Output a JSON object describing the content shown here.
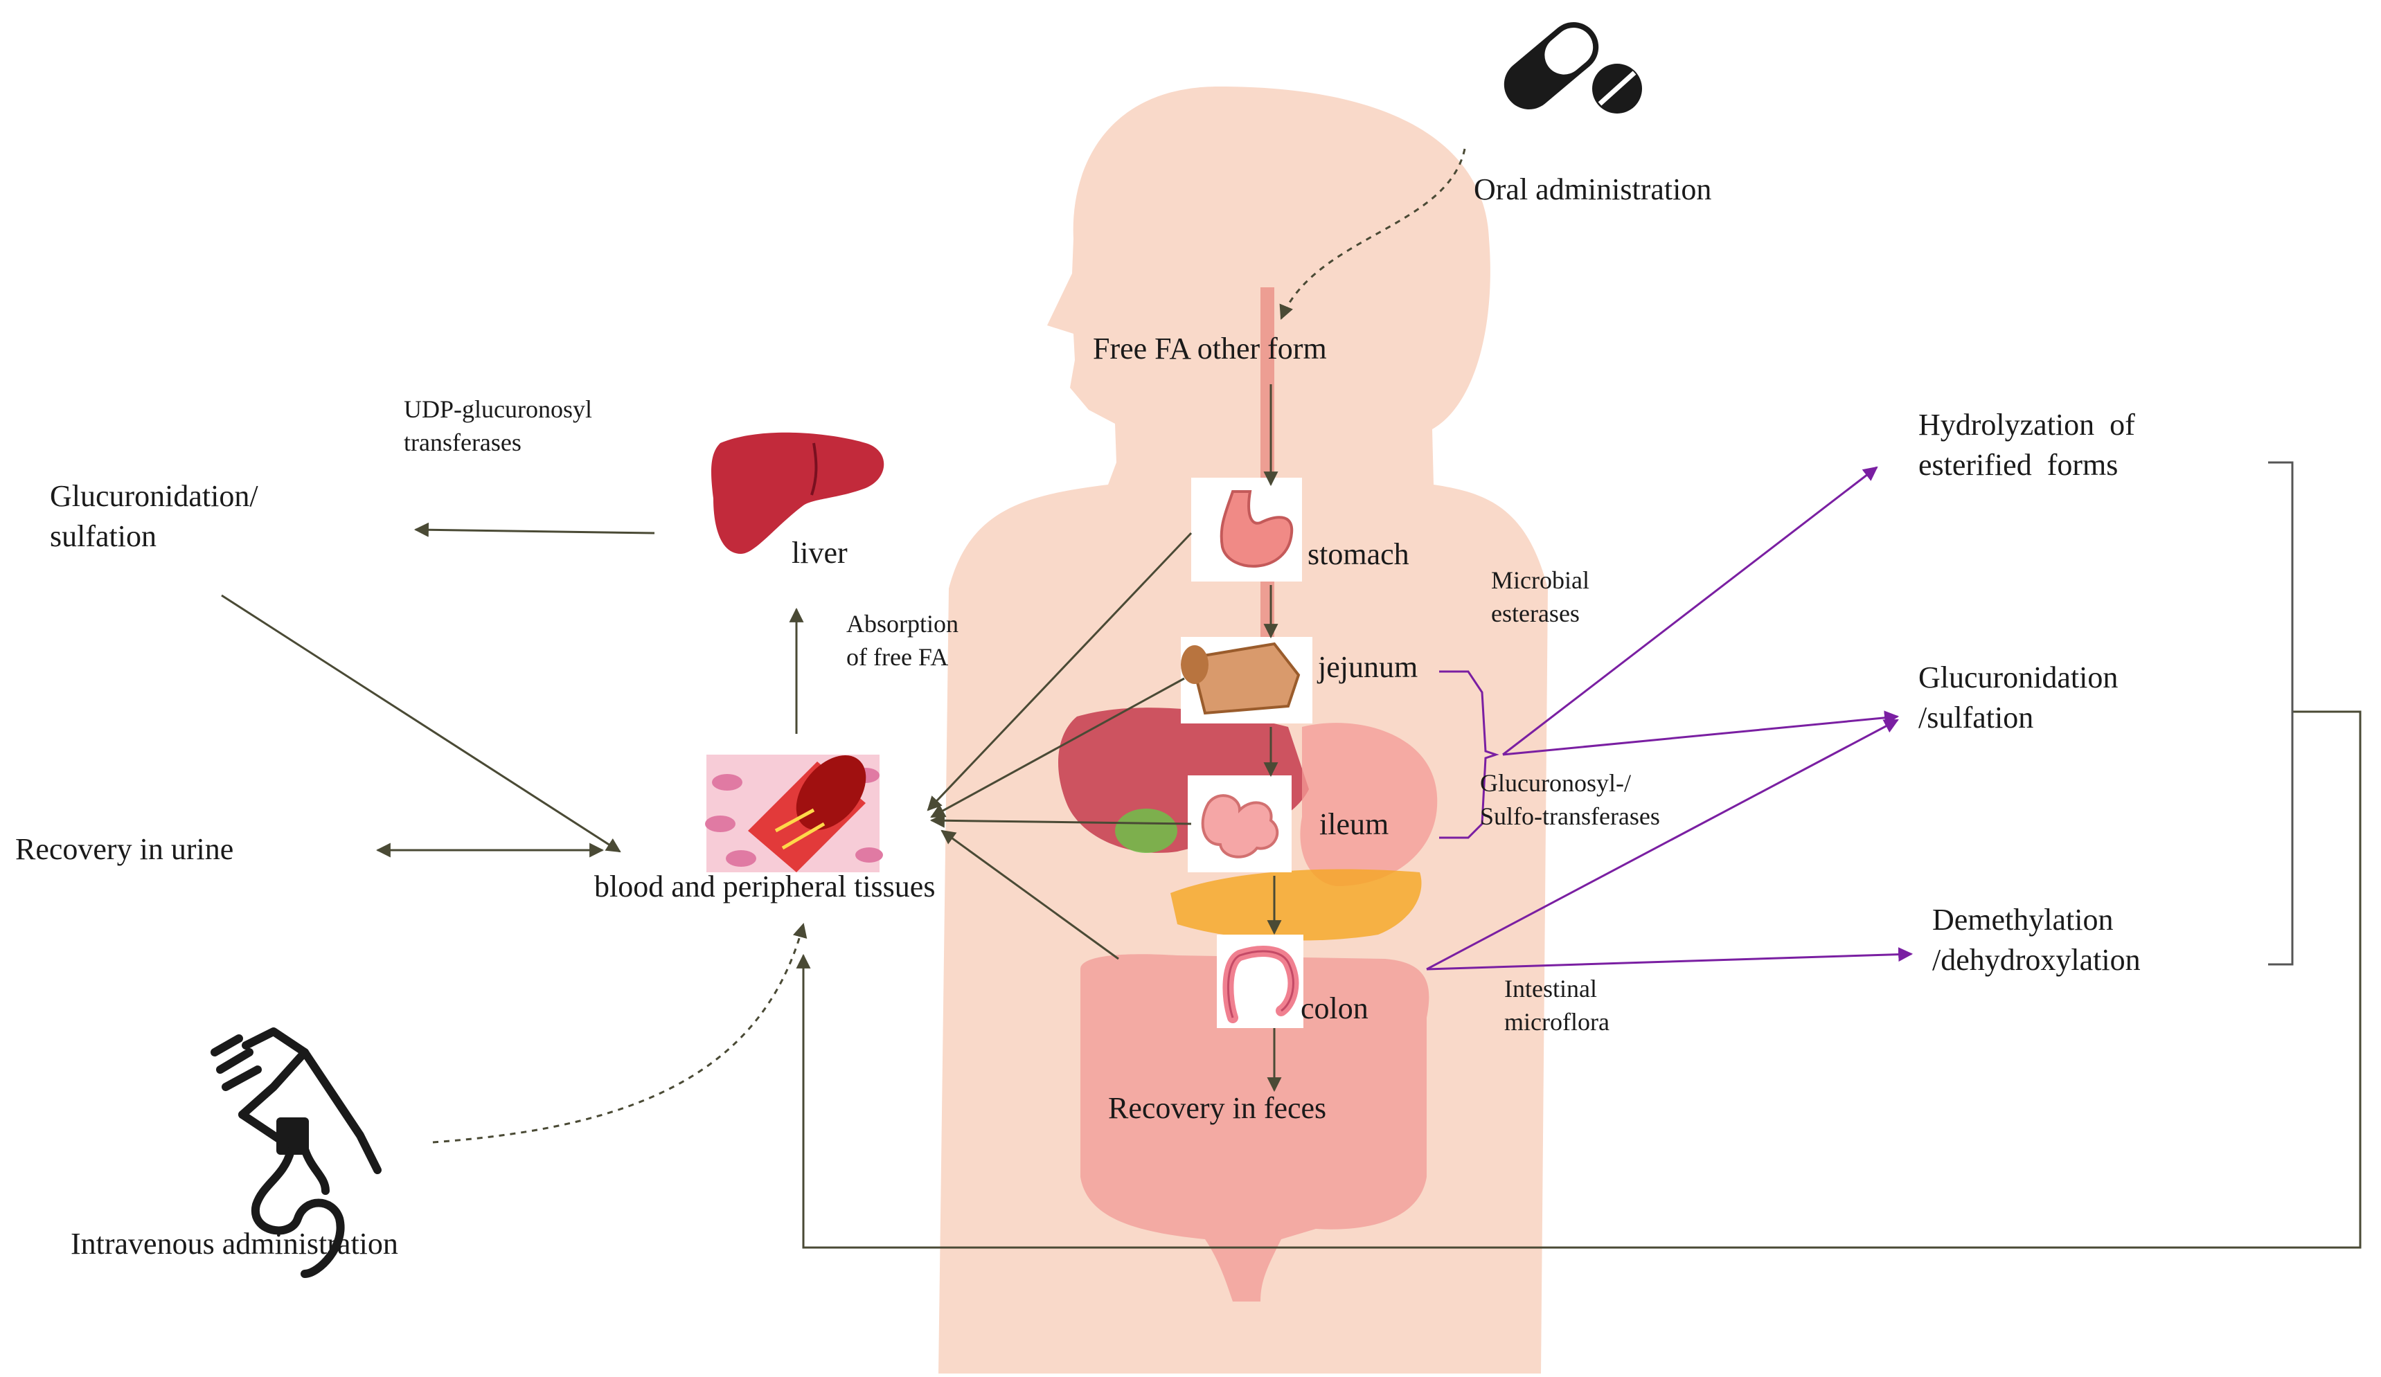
{
  "colors": {
    "body_silhouette": "#f9d9c9",
    "arrow_dark": "#4a4a35",
    "arrow_purple": "#7a1fa2",
    "bracket_gray": "#555555"
  },
  "icons": {
    "pill": "pill-capsule-icon",
    "iv": "iv-drip-arm-icon",
    "liver": "liver-icon",
    "blood": "blood-vessel-icon",
    "stomach": "stomach-icon",
    "jejunum": "jejunum-icon",
    "ileum": "ileum-icon",
    "colon": "colon-icon"
  },
  "labels": {
    "oral_administration": "Oral administration",
    "free_fa_other_form": "Free FA other form",
    "stomach": "stomach",
    "jejunum": "jejunum",
    "ileum": "ileum",
    "colon": "colon",
    "recovery_in_feces": "Recovery in feces",
    "liver": "liver",
    "udp_glucuronosyl": "UDP-glucuronosyl\ntransferases",
    "glucuronidation_left": "Glucuronidation/\nsulfation",
    "absorption_free_fa": "Absorption\nof free FA",
    "recovery_in_urine": "Recovery  in  urine",
    "blood_peripheral": "blood and peripheral  tissues",
    "intravenous_administration": "Intravenous  administration",
    "microbial_esterases": "Microbial\nesterases",
    "glucuronosyl_sulfo": "Glucuronosyl-/\nSulfo-transferases",
    "intestinal_microflora": "Intestinal\nmicroflora",
    "hydrolyzation": "Hydrolyzation  of\nesterified  forms",
    "glucuronidation_right": "Glucuronidation\n/sulfation",
    "demethylation": "Demethylation\n/dehydroxylation"
  }
}
